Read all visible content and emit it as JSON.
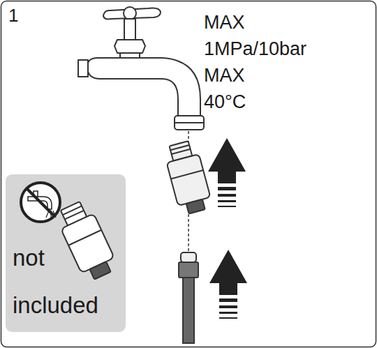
{
  "diagram": {
    "nodes": [
      {
        "text": [
          "not included"
        ]
      }
    ],
    "labels": [
      "1",
      "MAX",
      "1MPa/10bar",
      "MAX",
      "40°C"
    ]
  }
}
